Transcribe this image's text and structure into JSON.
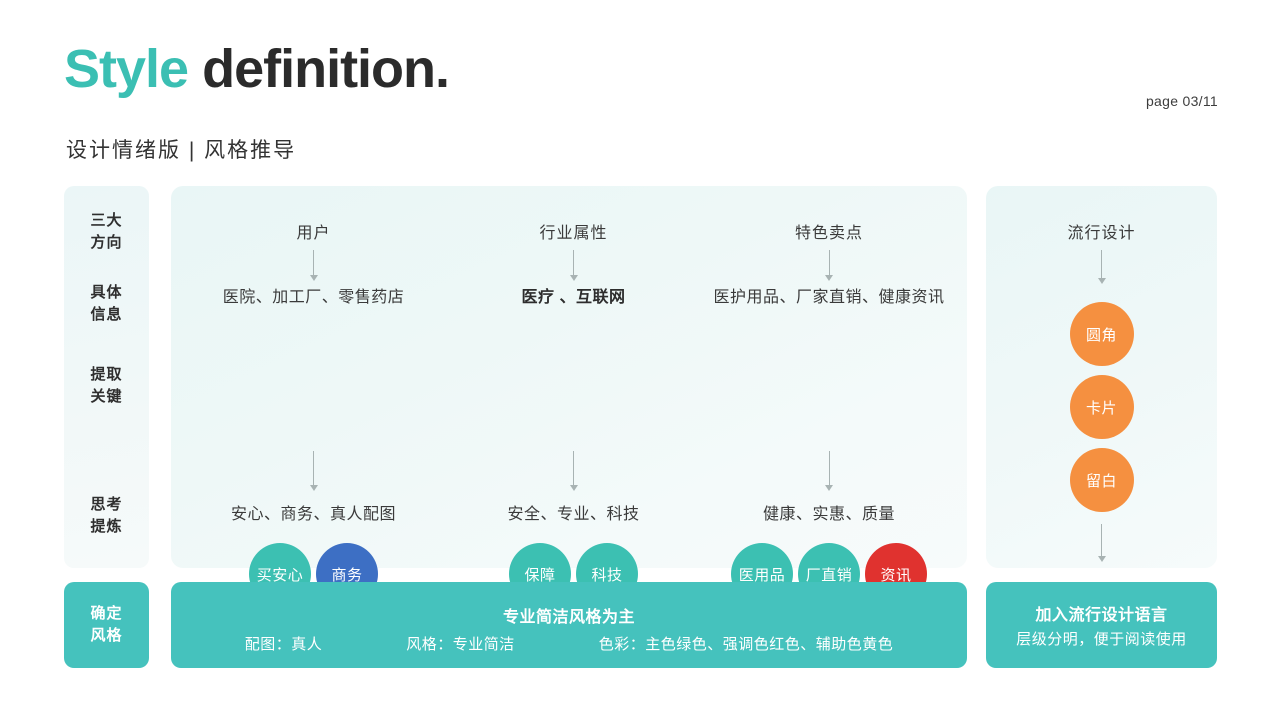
{
  "header": {
    "title_accent": "Style",
    "title_rest": " definition.",
    "subtitle": "设计情绪版 | 风格推导",
    "page_number": "page 03/11"
  },
  "rail": {
    "items": [
      {
        "line1": "三大",
        "line2": "方向"
      },
      {
        "line1": "具体",
        "line2": "信息"
      },
      {
        "line1": "提取",
        "line2": "关键"
      },
      {
        "line1": "思考",
        "line2": "提炼"
      }
    ]
  },
  "columns": [
    {
      "head": "用户",
      "detail": "医院、加工厂、零售药店",
      "detail_bold": false,
      "bubbles": [
        {
          "label": "买安心",
          "color": "teal"
        },
        {
          "label": "商务",
          "color": "blue"
        }
      ],
      "summary": "安心、商务、真人配图"
    },
    {
      "head": "行业属性",
      "detail": "医疗 、互联网",
      "detail_bold": true,
      "bubbles": [
        {
          "label": "保障",
          "color": "teal"
        },
        {
          "label": "科技",
          "color": "teal"
        }
      ],
      "summary": "安全、专业、科技"
    },
    {
      "head": "特色卖点",
      "detail": "医护用品、厂家直销、健康资讯",
      "detail_bold": false,
      "bubbles": [
        {
          "label": "医用品",
          "color": "teal"
        },
        {
          "label": "厂直销",
          "color": "teal"
        },
        {
          "label": "资讯",
          "color": "red"
        }
      ],
      "summary": "健康、实惠、质量"
    }
  ],
  "right_panel": {
    "head": "流行设计",
    "bubbles": [
      {
        "label": "圆角",
        "color": "orange"
      },
      {
        "label": "卡片",
        "color": "orange"
      },
      {
        "label": "留白",
        "color": "orange"
      }
    ]
  },
  "footer": {
    "left_badge": {
      "line1": "确定",
      "line2": "风格"
    },
    "main": {
      "headline": "专业简洁风格为主",
      "meta": [
        "配图：真人",
        "风格：专业简洁",
        "色彩：主色绿色、强调色红色、辅助色黄色"
      ]
    },
    "right": {
      "headline": "加入流行设计语言",
      "sub": "层级分明，便于阅读使用"
    }
  },
  "colors": {
    "accent_teal": "#3bbfb3",
    "bar_teal": "#45c2bd",
    "bubble_teal": "#3cc0b2",
    "bubble_blue": "#3d6fc4",
    "bubble_red": "#e0322f",
    "bubble_orange": "#f59040",
    "panel_bg": "#edf7f7"
  }
}
